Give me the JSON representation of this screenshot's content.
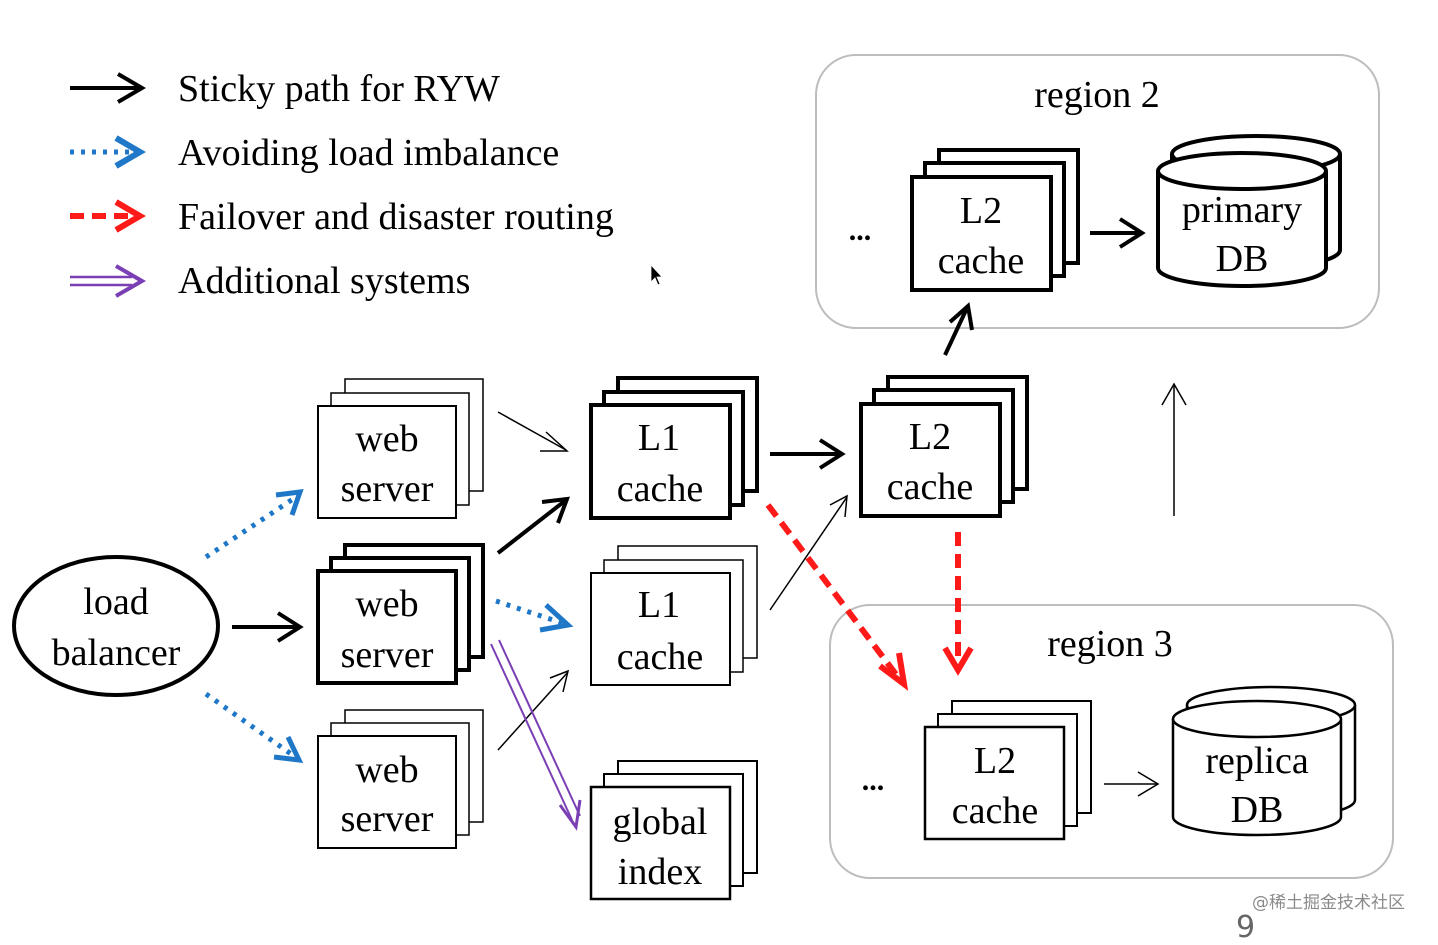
{
  "legend": {
    "sticky": "Sticky path for RYW",
    "avoid": "Avoiding load imbalance",
    "failover": "Failover and disaster routing",
    "additional": "Additional systems"
  },
  "load_balancer": {
    "line1": "load",
    "line2": "balancer"
  },
  "web_server": {
    "line1": "web",
    "line2": "server"
  },
  "l1_cache": {
    "line1": "L1",
    "line2": "cache"
  },
  "l2_cache": {
    "line1": "L2",
    "line2": "cache"
  },
  "global_index": {
    "line1": "global",
    "line2": "index"
  },
  "region2": {
    "label": "region 2",
    "ellipsis": "...",
    "db_line1": "primary",
    "db_line2": "DB"
  },
  "region3": {
    "label": "region 3",
    "ellipsis": "...",
    "db_line1": "replica",
    "db_line2": "DB"
  },
  "colors": {
    "sticky": "#000000",
    "avoid": "#1f77c8",
    "failover": "#ff1a1a",
    "additional": "#7b3fb5"
  },
  "watermark": "@稀土掘金技术社区",
  "page_number": "9"
}
